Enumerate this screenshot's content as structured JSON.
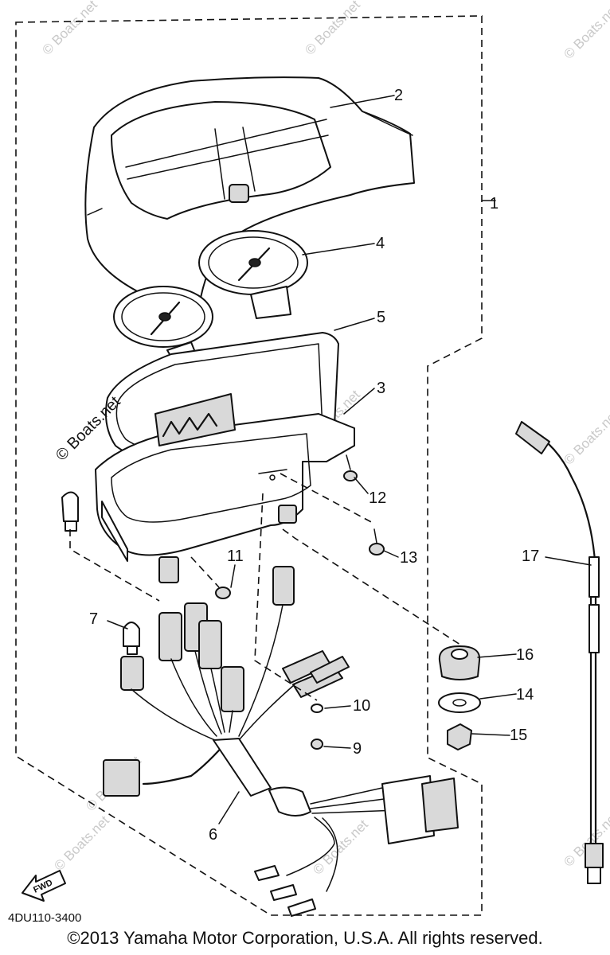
{
  "diagram": {
    "part_numbers": [
      "1",
      "2",
      "3",
      "4",
      "5",
      "6",
      "7",
      "9",
      "10",
      "11",
      "12",
      "13",
      "14",
      "15",
      "16",
      "17"
    ],
    "diagram_code": "4DU110-3400",
    "fwd_label": "FWD",
    "watermark_text": "© Boats.net",
    "copyright": "©2013 Yamaha Motor Corporation, U.S.A. All rights reserved."
  }
}
